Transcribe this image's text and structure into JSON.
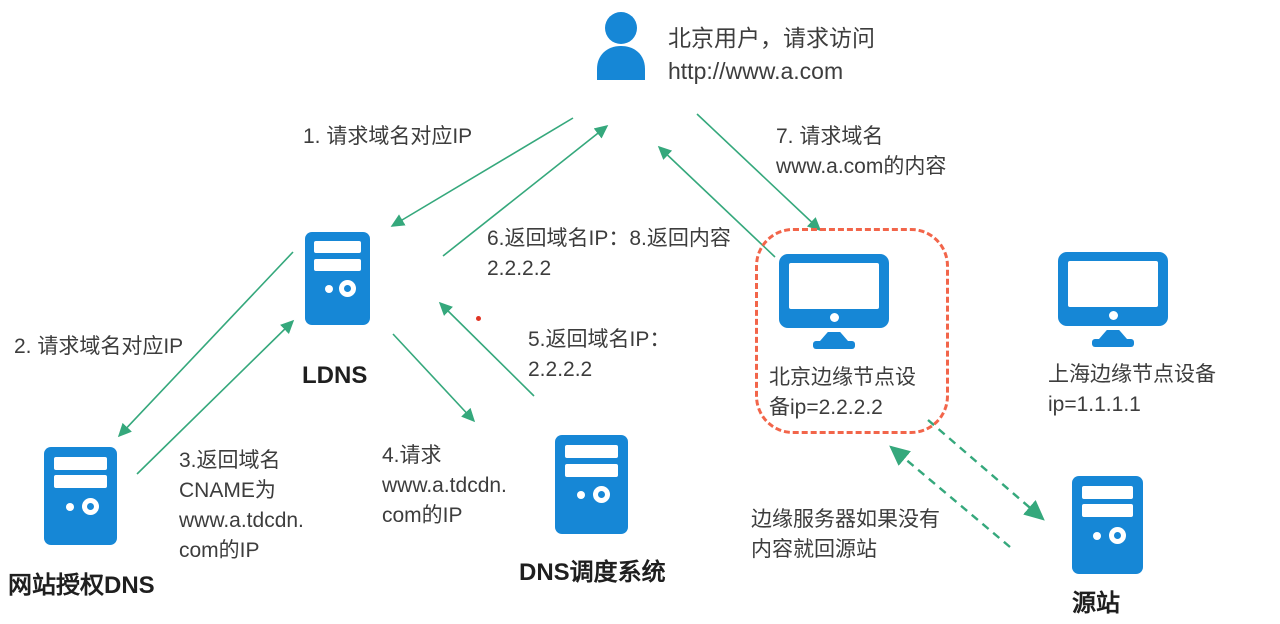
{
  "colors": {
    "icon_blue": "#1687d6",
    "arrow_green": "#35a87c",
    "dashed_red": "#f2654a",
    "text_dark": "#3d3d3d"
  },
  "user": {
    "line1": "北京用户，请求访问",
    "line2": "http://www.a.com"
  },
  "nodes": {
    "ldns": {
      "label": "LDNS"
    },
    "auth_dns": {
      "label": "网站授权DNS"
    },
    "dns_scheduler": {
      "label": "DNS调度系统"
    },
    "beijing_edge": {
      "line1": "北京边缘节点设",
      "line2": "备ip=2.2.2.2",
      "ip": "2.2.2.2"
    },
    "shanghai_edge": {
      "line1": "上海边缘节点设备",
      "line2": "ip=1.1.1.1",
      "ip": "1.1.1.1"
    },
    "origin": {
      "label": "源站"
    }
  },
  "steps": {
    "step1": "1. 请求域名对应IP",
    "step2": "2. 请求域名对应IP",
    "step3_lines": [
      "3.返回域名",
      "CNAME为",
      "www.a.tdcdn.",
      "com的IP"
    ],
    "step4_lines": [
      "4.请求",
      "www.a.tdcdn.",
      "com的IP"
    ],
    "step5_lines": [
      "5.返回域名IP：",
      "2.2.2.2"
    ],
    "step6_lines": [
      "6.返回域名IP：8.返回内容",
      "2.2.2.2"
    ],
    "step7_lines": [
      "7. 请求域名",
      "www.a.com的内容"
    ],
    "note_lines": [
      "边缘服务器如果没有",
      "内容就回源站"
    ]
  }
}
